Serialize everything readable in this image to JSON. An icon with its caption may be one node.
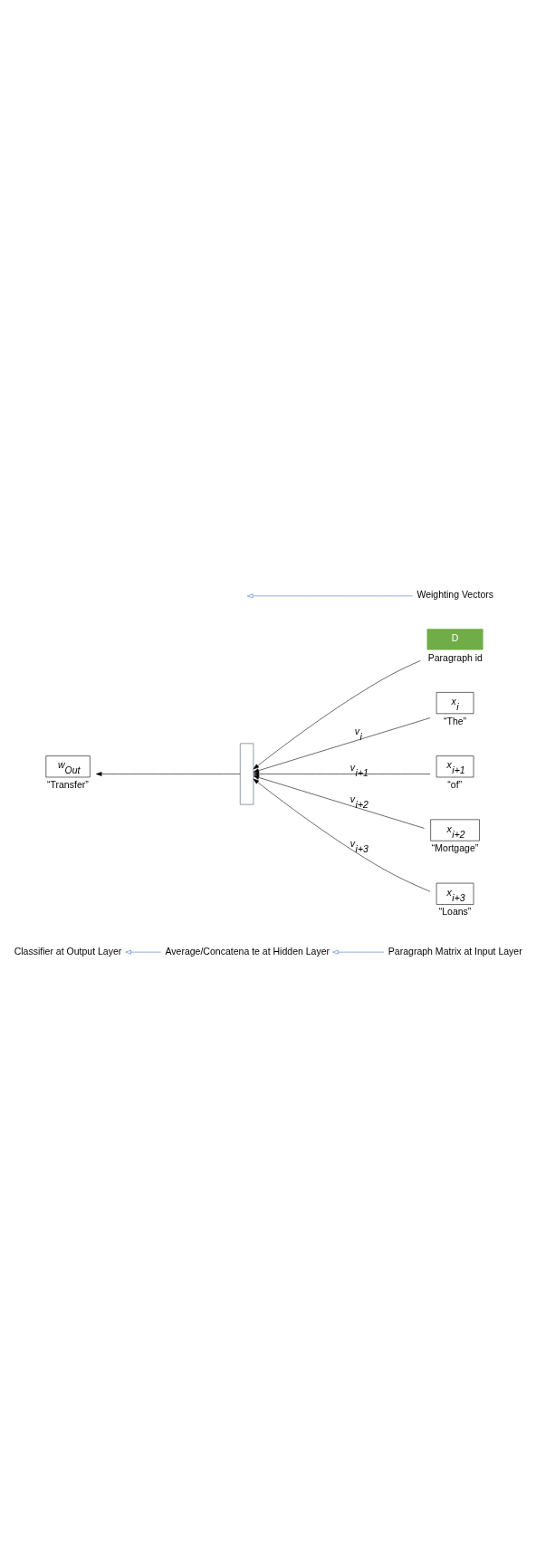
{
  "diagram": {
    "nodes": [
      {
        "text": [
          "Classifier at Output Layer"
        ]
      },
      {
        "text": [
          "Average/Concatena te at Hidden Layer"
        ]
      },
      {
        "text": [
          "Paragraph Matrix at Input Layer"
        ]
      },
      {
        "text": [
          "w$_{Out}$"
        ],
        "beside": [
          "“Transfer”"
        ]
      },
      {
        "text": [
          "Weighting Vectors"
        ]
      },
      {
        "text": [],
        "shape": "box"
      },
      {
        "text": [
          "D"
        ],
        "beside": [
          "Paragraph id"
        ]
      },
      {
        "text": [
          "x$_{i}$"
        ],
        "beside": [
          "“The”"
        ]
      },
      {
        "text": [
          "x$_{i+1}$"
        ],
        "beside": [
          "“of”"
        ]
      },
      {
        "text": [
          "x$_{i+2}$"
        ],
        "beside": [
          "“Mortgage”"
        ]
      },
      {
        "text": [
          "x$_{i+3}$"
        ],
        "beside": [
          "“Loans”"
        ]
      }
    ],
    "edges": [
      {
        "from": 2,
        "to": 1,
        "arrow": "to",
        "color": "#4472c4"
      },
      {
        "from": 1,
        "to": 0,
        "arrow": "to",
        "color": "#4472c4"
      },
      {
        "from": 5,
        "to": 3,
        "arrow": "to"
      },
      {
        "from": 6,
        "to": 5,
        "arrow": "to"
      },
      {
        "from": 7,
        "to": 5,
        "arrow": "to",
        "label": "v$_{i}$"
      },
      {
        "from": 8,
        "to": 5,
        "arrow": "to",
        "label": "v$_{i+1}$"
      },
      {
        "from": 9,
        "to": 5,
        "arrow": "to",
        "label": "v$_{i+2}$"
      },
      {
        "from": 10,
        "to": 5,
        "arrow": "to",
        "label": "v$_{i+3}$"
      },
      {
        "from": 4,
        "to": null,
        "arrow": "to",
        "color": "#4472c4"
      }
    ]
  }
}
